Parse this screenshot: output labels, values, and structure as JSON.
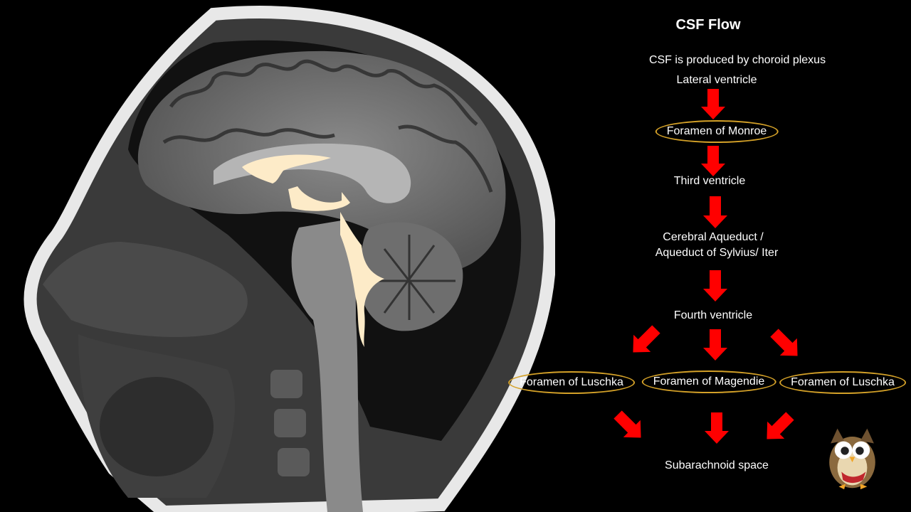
{
  "title": "CSF Flow",
  "intro": "CSF is produced by choroid plexus",
  "steps": {
    "lateral": "Lateral ventricle",
    "monroe": "Foramen of Monroe",
    "third": "Third ventricle",
    "aqueduct_line1": "Cerebral Aqueduct /",
    "aqueduct_line2": "Aqueduct of Sylvius/ Iter",
    "fourth": "Fourth  ventricle",
    "luschka_left": "Foramen of Luschka",
    "magendie": "Foramen of Magendie",
    "luschka_right": "Foramen of Luschka",
    "subarachnoid": "Subarachnoid space"
  },
  "colors": {
    "arrow": "#ff0000",
    "oval_border": "#d4a128",
    "ventricle_fill": "#fdebc8",
    "background": "#000000"
  },
  "icons": {
    "mascot": "owl-icon"
  }
}
